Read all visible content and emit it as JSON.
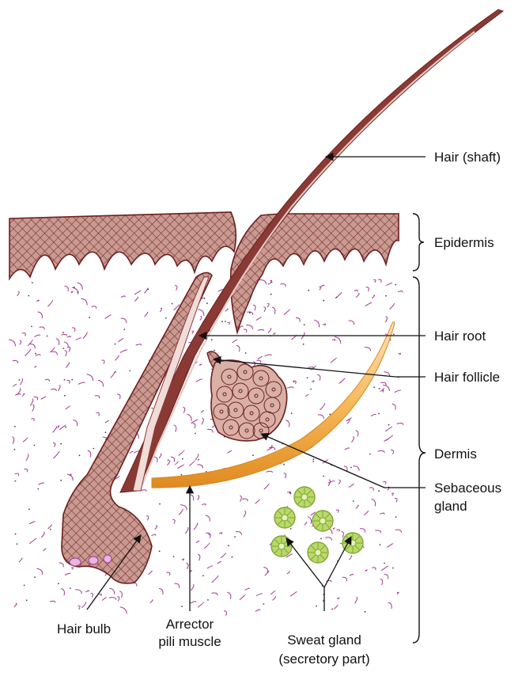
{
  "labels": {
    "hair_shaft": "Hair (shaft)",
    "epidermis": "Epidermis",
    "hair_root": "Hair root",
    "hair_follicle": "Hair follicle",
    "dermis": "Dermis",
    "sebaceous_line1": "Sebaceous",
    "sebaceous_line2": "gland",
    "hair_bulb": "Hair bulb",
    "arrector_line1": "Arrector",
    "arrector_line2": "pili muscle",
    "sweat_line1": "Sweat gland",
    "sweat_line2": "(secretory part)"
  },
  "colors": {
    "epidermis_fill": "#c89a92",
    "epidermis_hatch": "#7a2e28",
    "outline": "#6b1f1f",
    "hair_dark": "#8a3a34",
    "hair_light": "#e8c8c2",
    "dermis_fibers": "#a0388f",
    "muscle": "#f2a541",
    "muscle_light": "#fde3b8",
    "sebaceous_fill": "#d9b0a6",
    "sweat_fill": "#b9d96a",
    "sweat_stroke": "#7fa530",
    "bulb_cells": "#e8b4e0",
    "leader": "#111111"
  }
}
